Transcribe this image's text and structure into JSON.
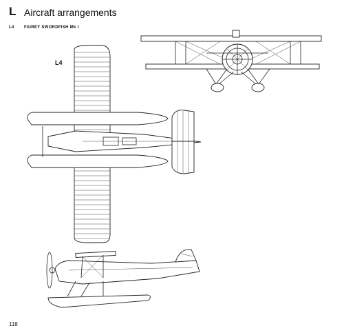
{
  "header": {
    "section_letter": "L",
    "section_title": "Aircraft arrangements"
  },
  "figure": {
    "code": "L4",
    "caption": "FAIREY SWORDFISH Mk I",
    "label": "L4"
  },
  "footer": {
    "page_number": "118"
  }
}
